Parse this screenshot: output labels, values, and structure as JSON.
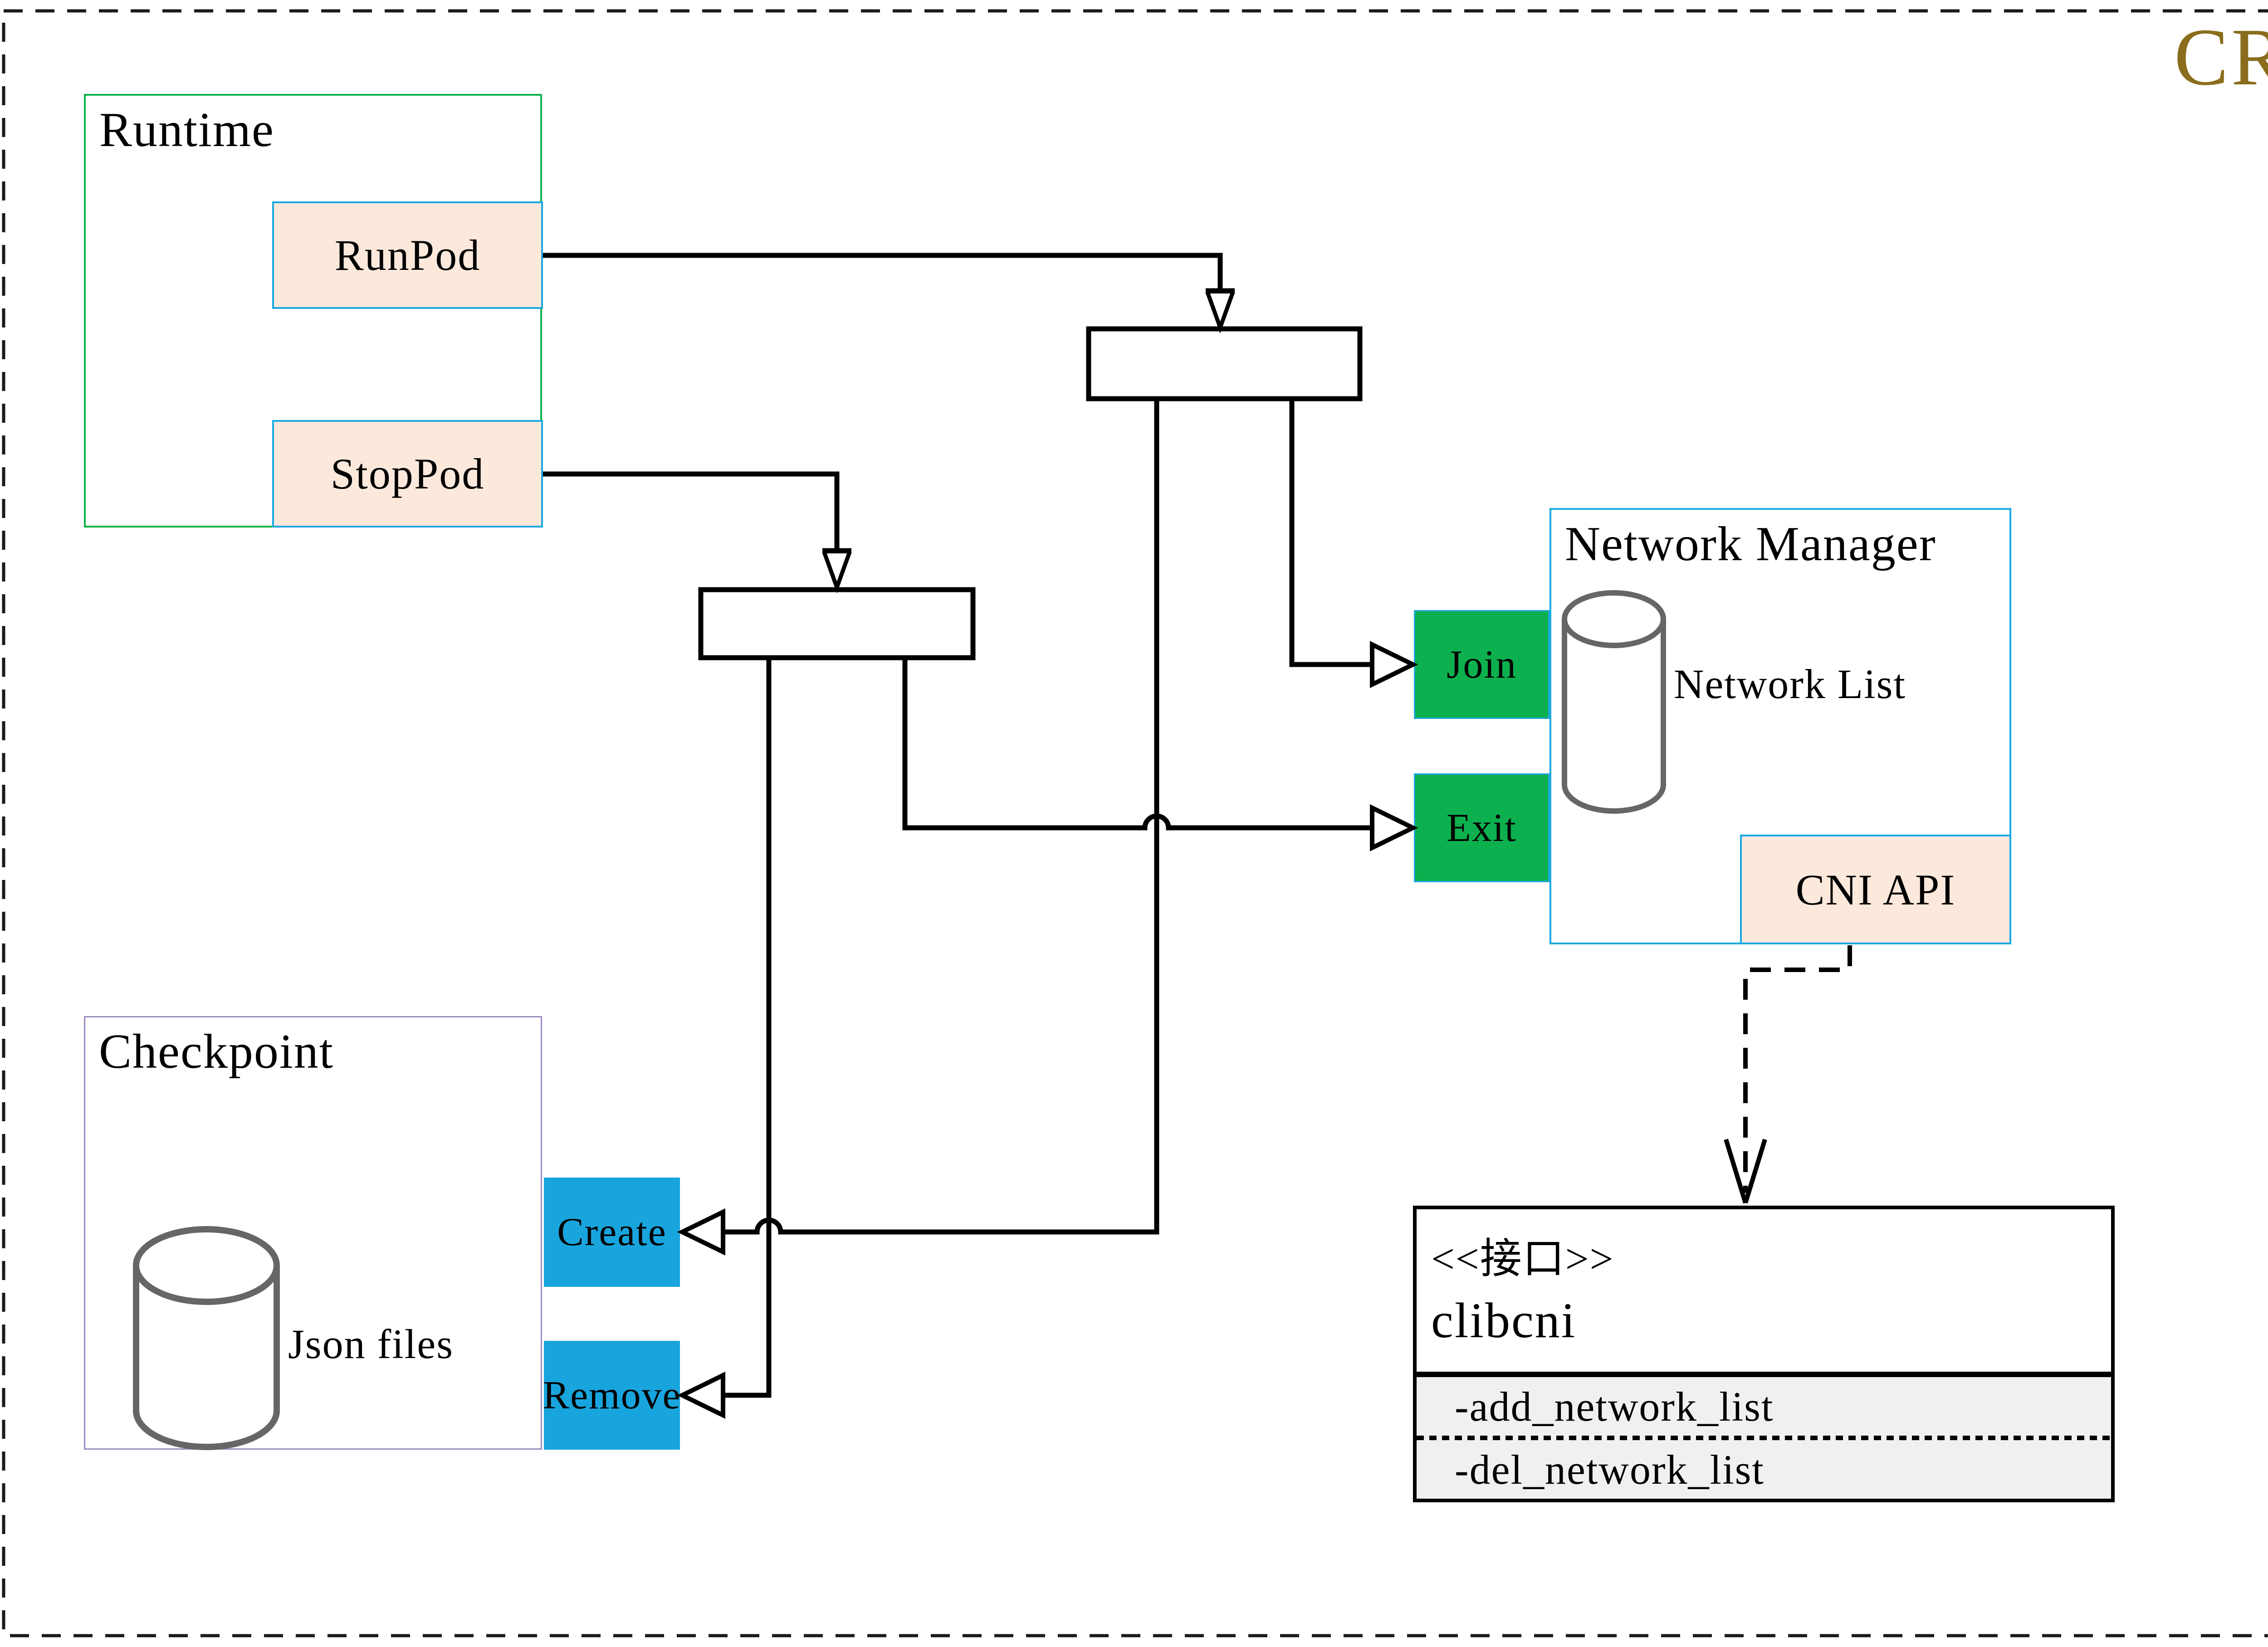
{
  "badge": {
    "text": "CRI",
    "color": "#8a6d1c"
  },
  "runtime": {
    "title": "Runtime",
    "runpod": "RunPod",
    "stoppod": "StopPod"
  },
  "network_manager": {
    "title": "Network Manager",
    "database_icon": "database-cylinder",
    "database_label": "Network List",
    "join": "Join",
    "exit": "Exit",
    "cni_api": "CNI API"
  },
  "checkpoint": {
    "title": "Checkpoint",
    "database_icon": "database-cylinder",
    "database_label": "Json files",
    "create": "Create",
    "remove": "Remove"
  },
  "interface_box": {
    "stereotype": "<<接口>>",
    "name": "clibcni",
    "methods": [
      "-add_network_list",
      "-del_network_list"
    ]
  },
  "colors": {
    "runtime_border": "#0db14b",
    "cyan_border": "#1ba8e0",
    "peach_fill": "#fce9dc",
    "green_fill": "#0db04e",
    "blue_fill": "#18a5de",
    "checkpoint_border": "#9c8ac0",
    "cylinder_stroke": "#666666",
    "badge_text": "#8a6d1c",
    "line": "#000000"
  }
}
